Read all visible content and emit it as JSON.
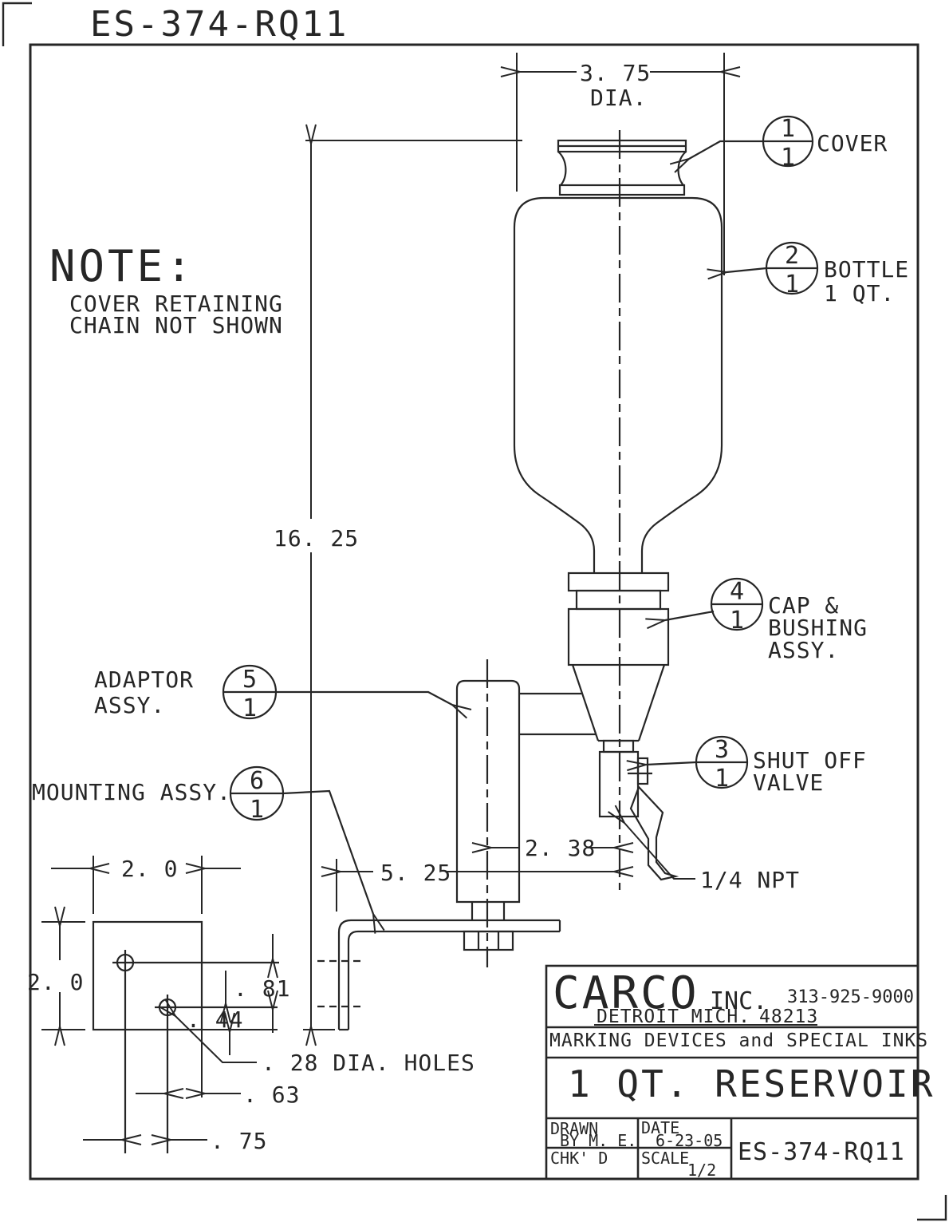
{
  "drawing_header": {
    "code": "ES-374-RQ11"
  },
  "note": {
    "heading": "NOTE:",
    "lines": [
      "COVER RETAINING",
      "CHAIN NOT SHOWN"
    ]
  },
  "dims": {
    "dia": "3. 75",
    "dia_suffix": "DIA.",
    "overall_height": "16. 25",
    "center_offset": "2. 38",
    "bracket_reach": "5. 25",
    "plate_width": "2. 0",
    "plate_height": "2. 0",
    "hole_drop_upper": ". 81",
    "hole_drop_lower": ". 44",
    "hole_note": ". 28 DIA. HOLES",
    "hole_to_edge": ". 63",
    "hole_spacing": ". 75",
    "thread": "1/4 NPT"
  },
  "balloons": [
    {
      "num": "1",
      "qty": "1",
      "lines": [
        "COVER"
      ]
    },
    {
      "num": "2",
      "qty": "1",
      "lines": [
        "BOTTLE",
        "1 QT."
      ]
    },
    {
      "num": "3",
      "qty": "1",
      "lines": [
        "SHUT OFF",
        "VALVE"
      ]
    },
    {
      "num": "4",
      "qty": "1",
      "lines": [
        "CAP &",
        "BUSHING",
        "ASSY."
      ]
    },
    {
      "num": "5",
      "qty": "1",
      "lines": [
        "ADAPTOR",
        "ASSY."
      ]
    },
    {
      "num": "6",
      "qty": "1",
      "lines": [
        "MOUNTING ASSY."
      ]
    }
  ],
  "title_block": {
    "company": "CARCO",
    "company_suffix": "INC.",
    "phone": "313-925-9000",
    "address": "DETROIT MICH.",
    "zip": "48213",
    "tagline": "MARKING DEVICES and SPECIAL INKS",
    "part_name": "1 QT. RESERVOIR",
    "drawn_label": "DRAWN",
    "drawn_by": "BY M. E.",
    "date_label": "DATE",
    "date_value": "6-23-05",
    "chkd_label": "CHK' D",
    "scale_label": "SCALE",
    "scale_value": "1/2",
    "drawing_number": "ES-374-RQ11"
  },
  "colors": {
    "ink": "#262626",
    "paper": "#ffffff"
  }
}
